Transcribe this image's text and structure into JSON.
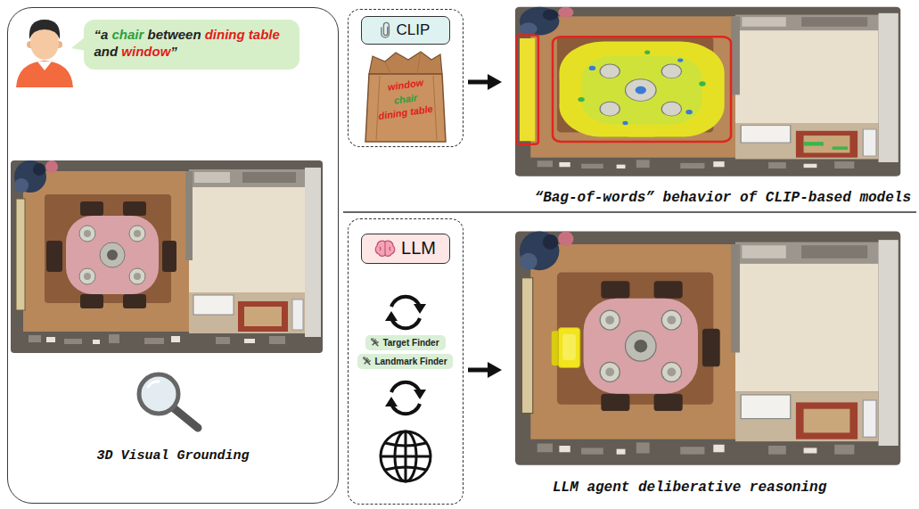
{
  "diagram": {
    "nodes": [
      {
        "text": [
          "3D Visual Grounding"
        ]
      },
      {
        "text": [
          "“a chair between dining table and window”"
        ],
        "in": 0
      },
      {
        "text": []
      },
      {
        "text": [
          "CLIP"
        ],
        "in": 2
      },
      {
        "text": [
          "window",
          "chair",
          "dining table"
        ],
        "in": 2
      },
      {
        "text": [
          "“Bag-of-words” behavior of CLIP-based models"
        ]
      },
      {
        "text": []
      },
      {
        "text": [
          "LLM"
        ],
        "in": 6
      },
      {
        "text": [
          "Target Finder"
        ],
        "in": 6
      },
      {
        "text": [
          "Landmark Finder"
        ],
        "in": 6
      },
      {
        "text": [
          "LLM agent deliberative reasoning"
        ]
      }
    ],
    "edges": [
      {
        "from": 2,
        "to": 5,
        "arrow": "to"
      },
      {
        "from": 6,
        "to": 10,
        "arrow": "to"
      }
    ]
  }
}
